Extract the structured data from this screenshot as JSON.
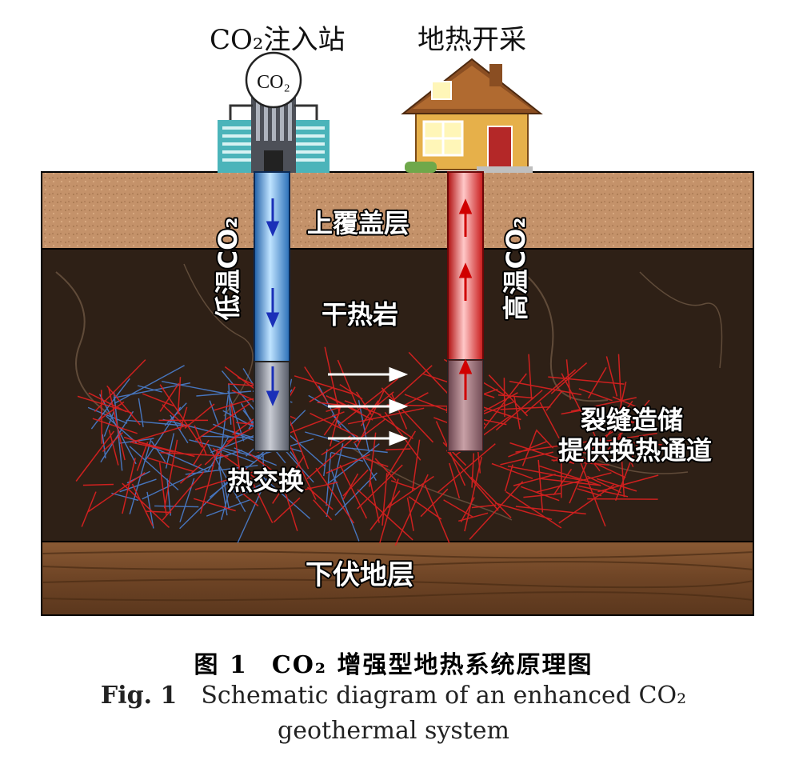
{
  "labels": {
    "co2_station": "CO₂注入站",
    "geothermal_extraction": "地热开采",
    "co2_tank": "CO₂",
    "overburden": "上覆盖层",
    "dry_hot_rock": "干热岩",
    "underlying": "下伏地层",
    "low_temp_co2": "低温CO₂",
    "high_temp_co2": "高温CO₂",
    "heat_exchange": "热交换",
    "fracture_line1": "裂缝造储",
    "fracture_line2": "提供换热通道"
  },
  "caption": {
    "zh_fig": "图 1",
    "zh_title": "CO₂ 增强型地热系统原理图",
    "en_fig": "Fig. 1",
    "en_title_line1": "Schematic diagram of an enhanced CO₂",
    "en_title_line2": "geothermal system"
  },
  "colors": {
    "overburden": "#c4926a",
    "dry_hot_rock": "#2e2016",
    "underlying": "#7a5030",
    "injection_well": "#3d8fd6",
    "production_well": "#e8262a",
    "fracture_red": "#e02020",
    "fracture_blue": "#4a7fd0",
    "label_outline": "#000000"
  }
}
